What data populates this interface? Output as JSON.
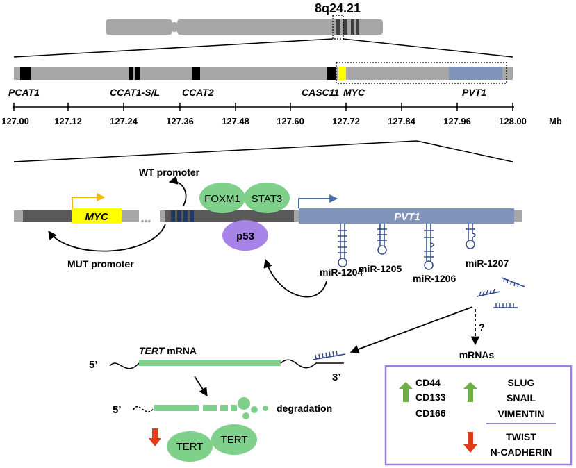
{
  "top": {
    "band_label": "8q24.21",
    "tick_labels": [
      "127.00",
      "127.12",
      "127.24",
      "127.36",
      "127.48",
      "127.60",
      "127.72",
      "127.84",
      "127.96",
      "128.00"
    ],
    "unit": "Mb",
    "genes": [
      "PCAT1",
      "CCAT1-S/L",
      "CCAT2",
      "CASC11",
      "MYC",
      "PVT1"
    ]
  },
  "promoter": {
    "wt_label": "WT promoter",
    "mut_label": "MUT promoter",
    "myc_label": "MYC",
    "pvt1_label": "PVT1",
    "dots": "•••",
    "foxm1": "FOXM1",
    "stat3": "STAT3",
    "p53": "p53"
  },
  "mirnas": [
    "miR-1204",
    "miR-1205",
    "miR-1206",
    "miR-1207"
  ],
  "question_mark": "?",
  "tert": {
    "five_prime": "5’",
    "three_prime": "3’",
    "gene": "TERT",
    "mrna_suffix": " mRNA",
    "degradation": "degradation",
    "protein": "TERT"
  },
  "mrnas": {
    "title": "mRNAs",
    "up_left": [
      "CD44",
      "CD133",
      "CD166"
    ],
    "up_right": [
      "SLUG",
      "SNAIL",
      "VIMENTIN"
    ],
    "down_right": [
      "TWIST",
      "N-CADHERIN"
    ]
  },
  "colors": {
    "chromosome_grey": "#a6a6a6",
    "dark_band": "#404040",
    "myc_yellow": "#ffff00",
    "pvt1_blue": "#7f94b8",
    "promoter_box": "#1f3864",
    "protein_green": "#7ed08a",
    "p53_purple": "#a783e8",
    "mirna_blue": "#2f4a8a",
    "up_arrow_green": "#70ad47",
    "down_arrow_red": "#e03c1c",
    "panel_border": "#9b7fe0"
  }
}
